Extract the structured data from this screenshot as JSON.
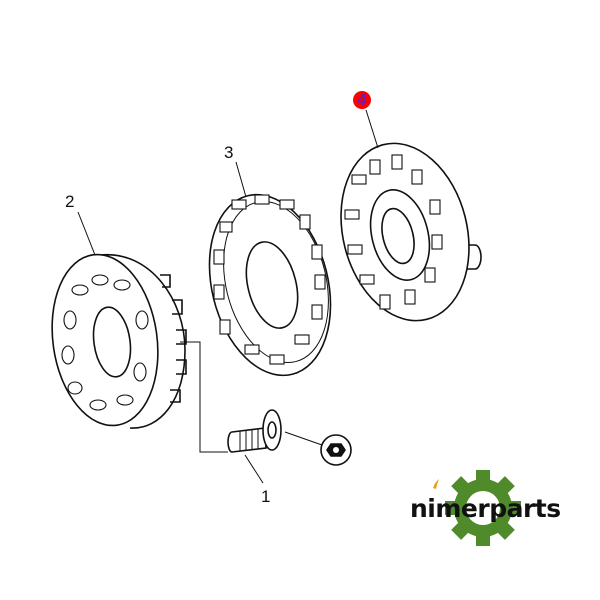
{
  "diagram": {
    "callouts": [
      {
        "id": "1",
        "label": "1",
        "part": "screw"
      },
      {
        "id": "2",
        "label": "2",
        "part": "coupling-ring"
      },
      {
        "id": "3",
        "label": "3",
        "part": "rubber-insert"
      },
      {
        "id": "4",
        "label": "4",
        "part": "hub-with-shaft",
        "highlighted": true
      }
    ],
    "highlight_color": "#ff0000",
    "highlight_text_color": "#6a1fb0"
  },
  "logo": {
    "text": "nimerparts",
    "gear_color": "#4f8a2b",
    "accent_color": "#e8a21a"
  }
}
